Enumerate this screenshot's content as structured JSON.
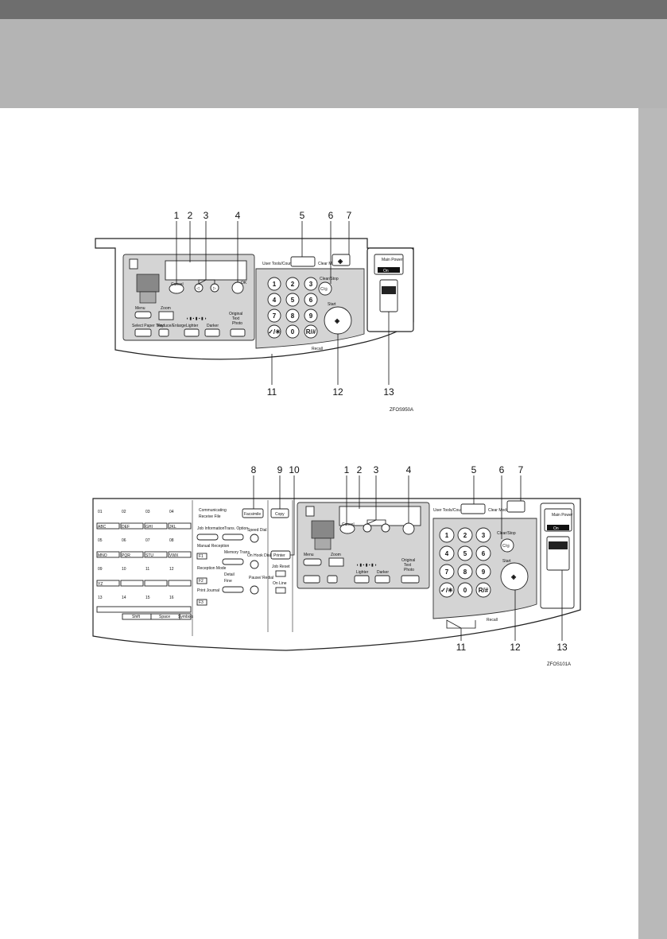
{
  "diagram_top": {
    "figure_id": "ZFOS950A",
    "callouts": [
      "1",
      "2",
      "3",
      "4",
      "5",
      "6",
      "7",
      "11",
      "12",
      "13"
    ],
    "labels": {
      "user_tools": "User Tools/Counter",
      "clear_modes": "Clear Modes",
      "main_power": "Main Power",
      "on": "On",
      "clear_stop": "Clear/Stop",
      "start": "Start",
      "recall": "Recall",
      "cancel": "Cancel",
      "ok": "OK",
      "menu": "Menu",
      "zoom": "Zoom",
      "original": "Original",
      "text": "Text",
      "photo": "Photo",
      "select_paper_tray": "Select Paper Tray",
      "reduce_enlarge": "Reduce/Enlarge",
      "lighter": "Lighter",
      "darker": "Darker"
    },
    "keys": [
      "1",
      "2",
      "3",
      "4",
      "5",
      "6",
      "7",
      "8",
      "9",
      "✓/✳",
      "0",
      "R/#"
    ]
  },
  "diagram_bottom": {
    "figure_id": "ZFOS101A",
    "callouts": [
      "8",
      "9",
      "10",
      "1",
      "2",
      "3",
      "4",
      "5",
      "6",
      "7",
      "11",
      "12",
      "13"
    ],
    "labels": {
      "communicating": "Communicating",
      "receive_file": "Receive File",
      "job_information": "Job Information",
      "trans_option": "Trans. Option",
      "speed_dial": "Speed Dial",
      "manual_reception": "Manual Reception",
      "memory_trans": "Memory Trans.",
      "on_hook_dial": "On Hook Dial",
      "reception_mode": "Reception Mode",
      "detail": "Detail",
      "fine": "Fine",
      "print_journal": "Print Journal",
      "pause_redial": "Pause/ Redial",
      "f1": "F1",
      "f2": "F2",
      "f3": "F3",
      "facsimile": "Facsimile",
      "copy": "Copy",
      "printer": "Printer",
      "job_reset": "Job Reset",
      "on_line": "On Line",
      "shift": "Shift",
      "space": "Space",
      "symbols": "Symbols"
    },
    "quick_dial": [
      "01",
      "02",
      "03",
      "04",
      "ABC",
      "DEF",
      "GHI",
      "JKL",
      "05",
      "06",
      "07",
      "08",
      "MNO",
      "PQR",
      "STU",
      "VWX",
      "09",
      "10",
      "11",
      "12",
      "YZ",
      "",
      "",
      "",
      "13",
      "14",
      "15",
      "16"
    ]
  }
}
